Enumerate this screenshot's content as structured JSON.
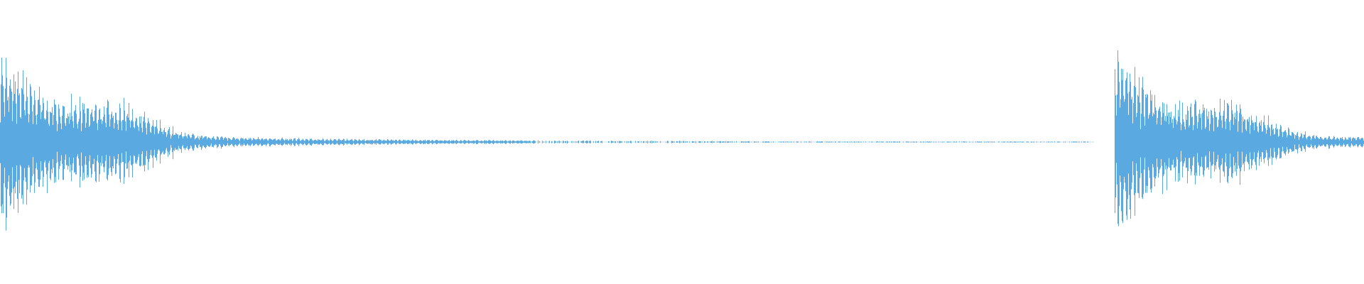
{
  "waveform": {
    "color": "#5aa9e1",
    "background": "#ffffff",
    "name": "waveform-display",
    "segments": [
      {
        "id": "hit-1",
        "onset": 0.0,
        "peak": 1.0,
        "decay": 6.0,
        "tail_floor": 0.004,
        "tail_end": 0.8
      },
      {
        "id": "hit-2",
        "onset": 0.817,
        "peak": 1.0,
        "decay": 6.5,
        "tail_floor": 0.05,
        "tail_end": 1.0
      }
    ]
  }
}
